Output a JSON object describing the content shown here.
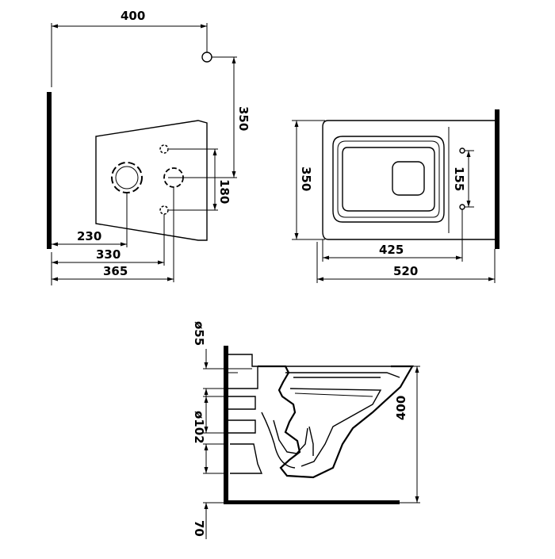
{
  "dimensions": {
    "top_width": "400",
    "height_350_left": "350",
    "spacing_180": "180",
    "dist_230": "230",
    "dist_330": "330",
    "dist_365": "365",
    "depth_350_right": "350",
    "spacing_155": "155",
    "length_425": "425",
    "length_520": "520",
    "dia_55": "ø55",
    "dia_102": "ø102",
    "height_400": "400",
    "floor_70": "70"
  }
}
